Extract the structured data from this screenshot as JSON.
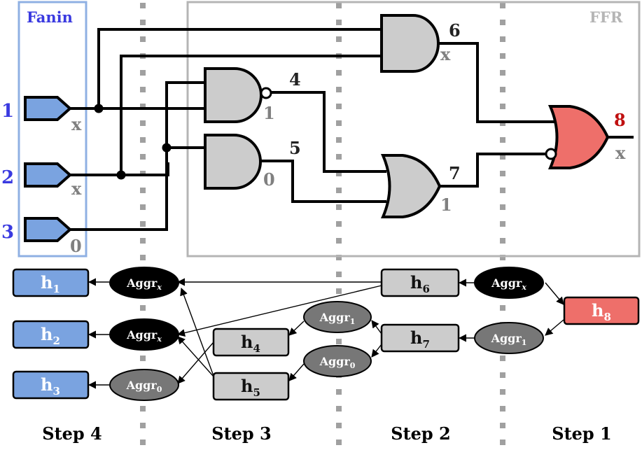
{
  "regions": {
    "fanin_label": "Fanin",
    "ffr_label": "FFR"
  },
  "inputs": [
    {
      "id": "1",
      "value": "x"
    },
    {
      "id": "2",
      "value": "x"
    },
    {
      "id": "3",
      "value": "0"
    }
  ],
  "gates": [
    {
      "id": "4",
      "type": "NAND",
      "value": "1"
    },
    {
      "id": "5",
      "type": "AND",
      "value": "0"
    },
    {
      "id": "6",
      "type": "AND",
      "value": "x"
    },
    {
      "id": "7",
      "type": "OR",
      "value": "1"
    },
    {
      "id": "8",
      "type": "NOR",
      "value": "x"
    }
  ],
  "graph": {
    "h1": {
      "main": "h",
      "sub": "1"
    },
    "h2": {
      "main": "h",
      "sub": "2"
    },
    "h3": {
      "main": "h",
      "sub": "3"
    },
    "h4": {
      "main": "h",
      "sub": "4"
    },
    "h5": {
      "main": "h",
      "sub": "5"
    },
    "h6": {
      "main": "h",
      "sub": "6"
    },
    "h7": {
      "main": "h",
      "sub": "7"
    },
    "h8": {
      "main": "h",
      "sub": "8"
    },
    "aggr_main": "Aggr",
    "aggr_s4_top": {
      "sub": "x"
    },
    "aggr_s4_mid": {
      "sub": "x"
    },
    "aggr_s4_bot": {
      "sub": "0"
    },
    "aggr_s2_top": {
      "sub": "1"
    },
    "aggr_s2_bot": {
      "sub": "0"
    },
    "aggr_s1_top": {
      "sub": "x"
    },
    "aggr_s1_bot": {
      "sub": "1"
    }
  },
  "steps": [
    "Step 4",
    "Step 3",
    "Step 2",
    "Step 1"
  ],
  "colors": {
    "fanin": "#7aa3e0",
    "fanin_text": "#3a3ae0",
    "gate": "#cccccc",
    "output": "#ee6f6a",
    "output_text": "#c01010",
    "value_text": "#808080",
    "ffr_border": "#b5b5b5",
    "fanin_border": "#8fb0e3"
  }
}
